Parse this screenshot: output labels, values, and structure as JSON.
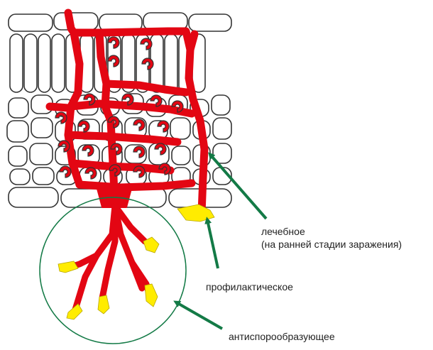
{
  "labels": {
    "curative_line1": "лечебное",
    "curative_line2": "(на ранней стадии заражения)",
    "preventive": "профилактическое",
    "antisporulant": "антиспорообразующее"
  },
  "colors": {
    "background": "#ffffff",
    "cell_outline": "#333333",
    "cell_fill": "#ffffff",
    "hyphae": "#e30613",
    "spores": "#ffec00",
    "arrow": "#137a46",
    "circle": "#137a46"
  }
}
